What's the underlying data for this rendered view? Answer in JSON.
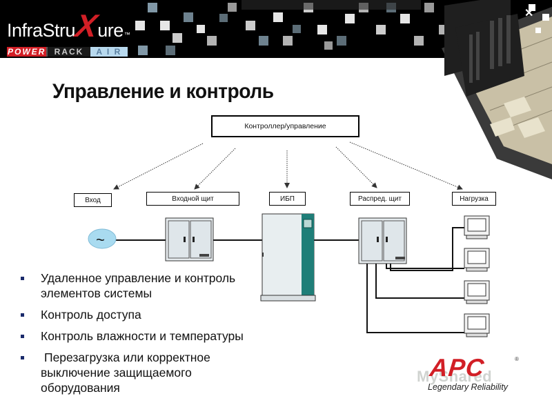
{
  "brand": {
    "logo_prefix": "InfraStru",
    "logo_x": "X",
    "logo_suffix": "ure",
    "logo_tm": "™",
    "segments": [
      "POWER",
      "RACK",
      "A I R"
    ],
    "colors": {
      "red": "#d21f26",
      "black": "#000000",
      "sky": "#b8d9ee"
    }
  },
  "title": "Управление и контроль",
  "diagram": {
    "controller": "Контроллер/управление",
    "nodes": [
      "Вход",
      "Входной щит",
      "ИБП",
      "Распред. щит",
      "Нагрузка"
    ],
    "source_symbol": "~"
  },
  "bullets": [
    "Удаленное управление и контроль элементов системы",
    "Контроль доступа",
    "Контроль влажности и температуры",
    "Перезагрузка или корректное выключение защищаемого оборудования"
  ],
  "footer": {
    "company": "APC",
    "registered": "®",
    "tagline": "Legendary Reliability",
    "watermark": "MyShared"
  }
}
